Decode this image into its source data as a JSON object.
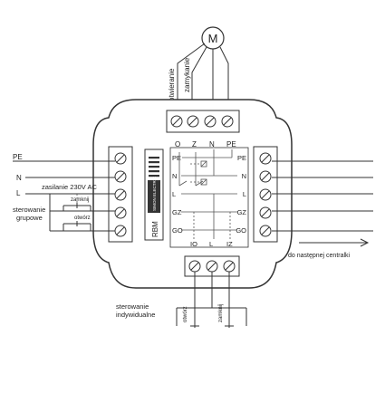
{
  "motor": {
    "symbol": "M"
  },
  "top_wires": {
    "open": "otwieranie",
    "close": "zamykanie"
  },
  "left_labels": {
    "pe": "PE",
    "n": "N",
    "l": "L",
    "supply": "zasilanie 230V AC",
    "group_control": "sterowanie\ngrupowe",
    "group_close": "zamknij",
    "group_open": "otwórz"
  },
  "module": {
    "top_terminals": [
      "O",
      "Z",
      "N",
      "PE"
    ],
    "inner_left": [
      "PE",
      "N",
      "L",
      "GZ",
      "GO"
    ],
    "inner_right": [
      "PE",
      "N",
      "L",
      "GZ",
      "GO"
    ],
    "bottom_terminals": [
      "IO",
      "L",
      "IZ"
    ],
    "name": "RBM",
    "brand": "SIMON ELECTRIC"
  },
  "right_label": "do następnej centralki",
  "bottom": {
    "individual_control": "sterowanie\nindywidualne",
    "open": "otwórz",
    "close": "zamknij"
  }
}
